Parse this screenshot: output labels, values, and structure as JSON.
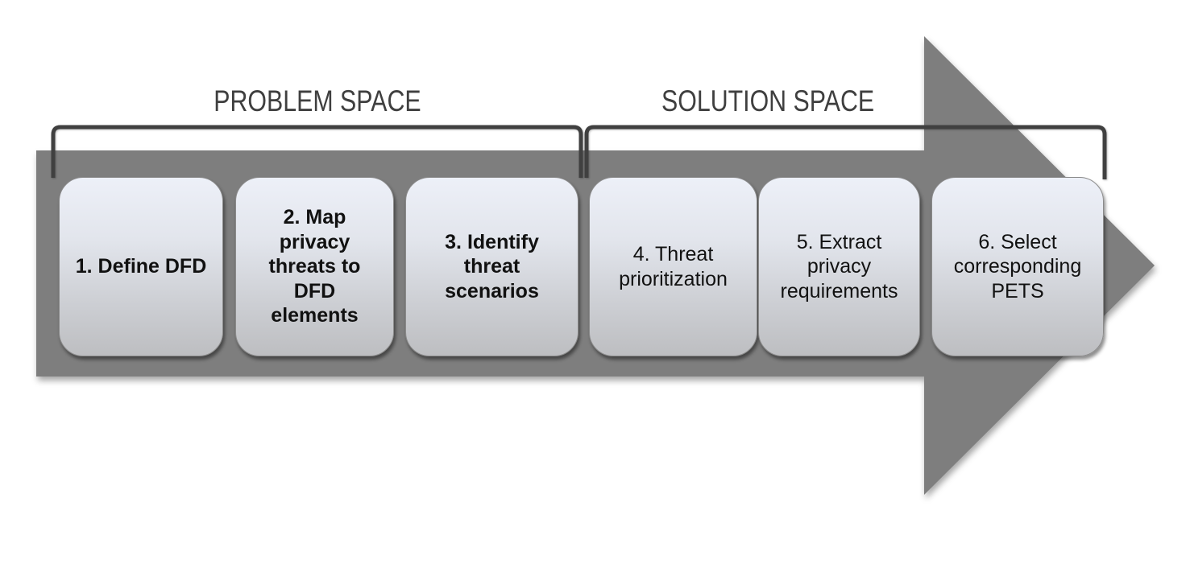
{
  "diagram": {
    "sections": [
      {
        "label": "PROBLEM SPACE"
      },
      {
        "label": "SOLUTION SPACE"
      }
    ],
    "steps": [
      {
        "label": "1. Define DFD"
      },
      {
        "label": "2. Map privacy threats to DFD elements"
      },
      {
        "label": "3. Identify threat scenarios"
      },
      {
        "label": "4. Threat prioritization"
      },
      {
        "label": "5. Extract privacy requirements"
      },
      {
        "label": "6. Select corresponding PETS"
      }
    ],
    "colors": {
      "arrow": "#7e7e7e",
      "bracket": "#404040",
      "section_label": "#3f3f3f",
      "box_border": "#8b8b8b",
      "box_gradient_top": "#edf0f8",
      "box_gradient_bottom": "#bdbec1",
      "step_text": "#111111"
    }
  }
}
